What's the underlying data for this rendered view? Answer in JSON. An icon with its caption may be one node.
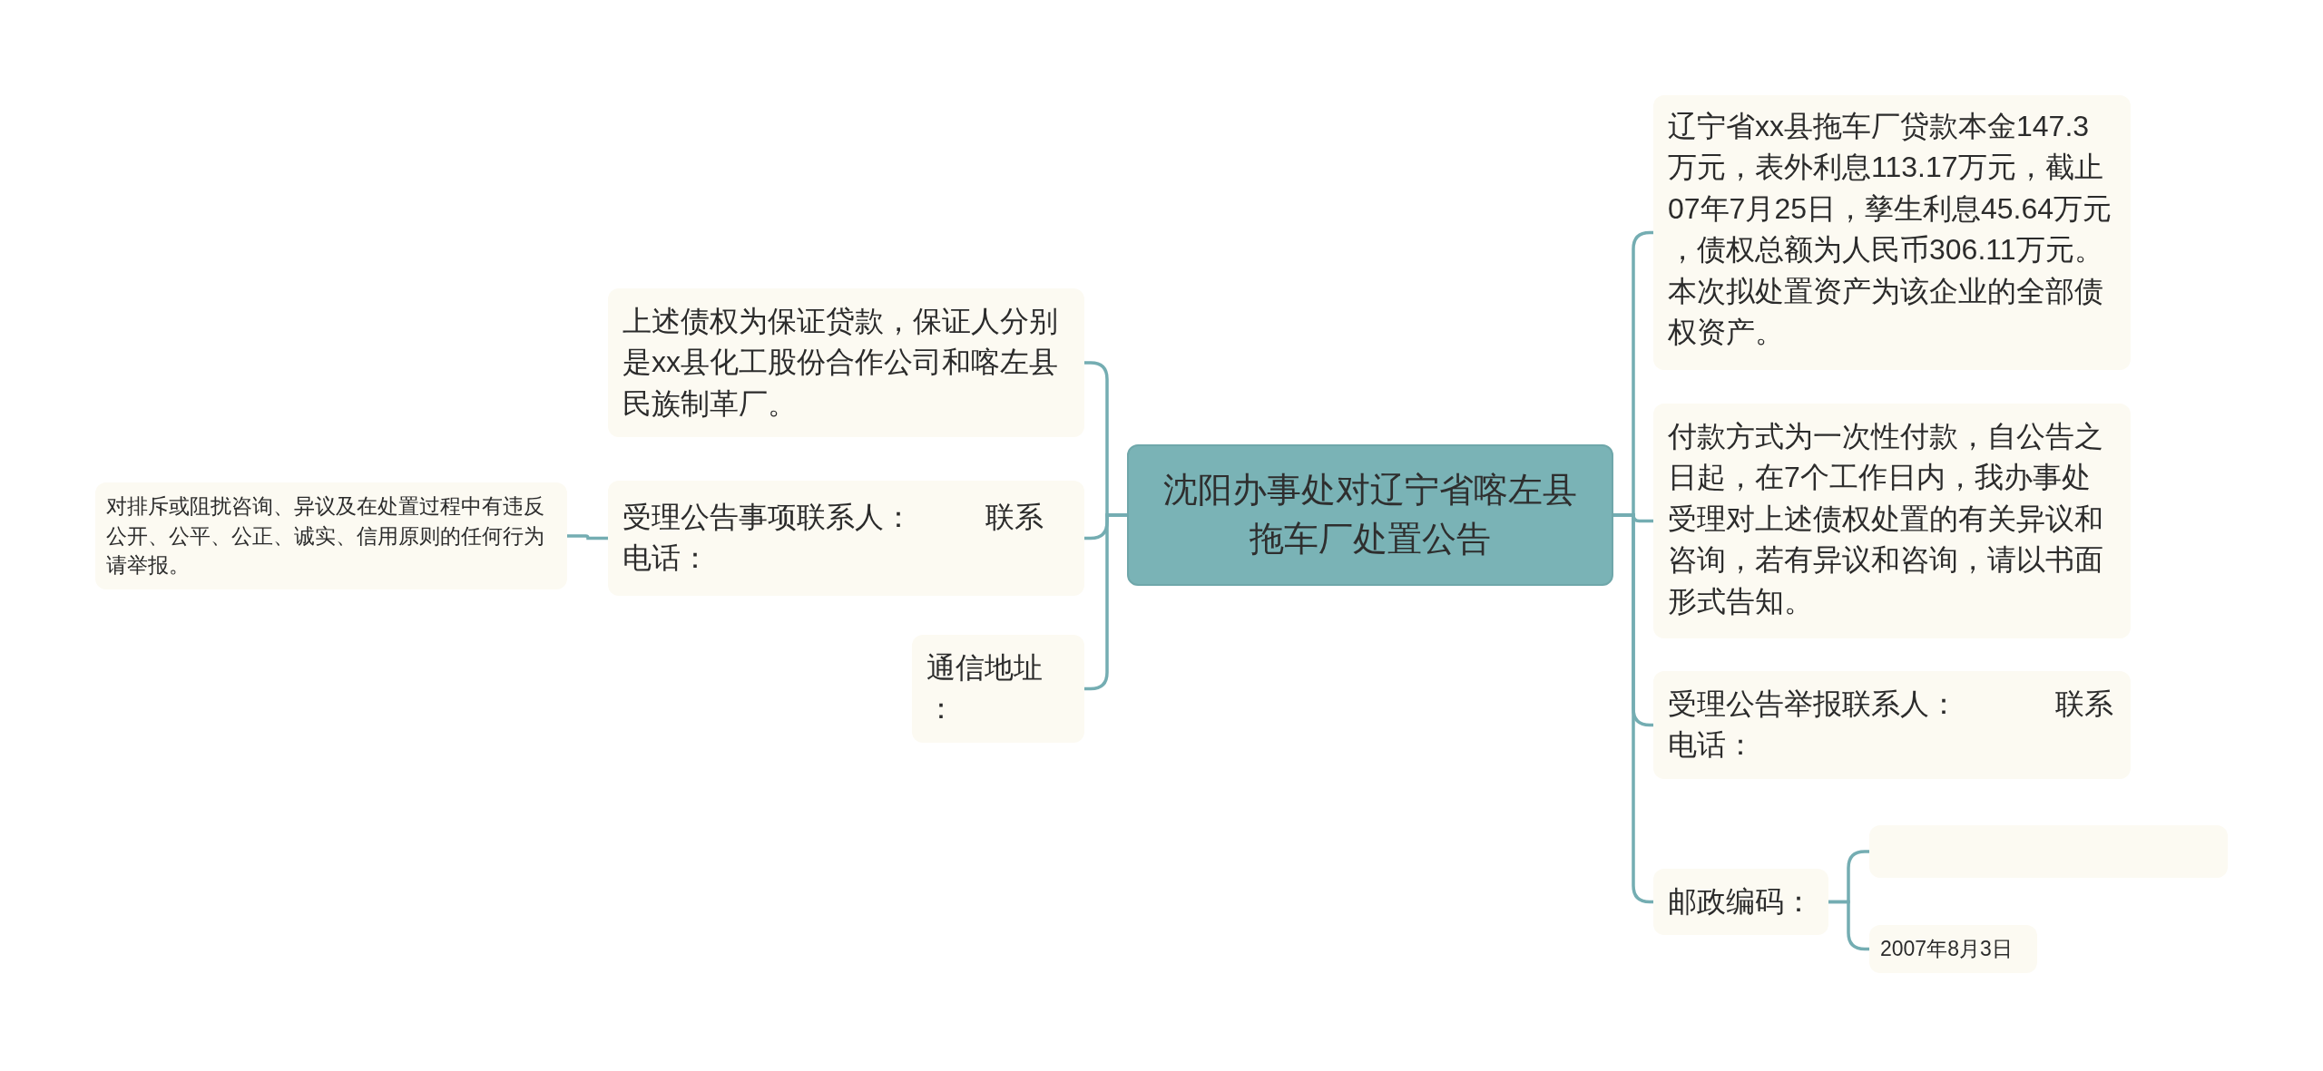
{
  "diagram": {
    "nodes": [
      {
        "text": [
          "沈阳办事处对辽宁省喀左县拖车厂处置公告"
        ]
      },
      {
        "text": [
          "上述债权为保证贷款，保证人分别是xx县化工股份合作公司和喀左县民族制革厂。"
        ]
      },
      {
        "text": [
          "受理公告事项联系人：         联系电话："
        ]
      },
      {
        "text": [
          "通信地址："
        ]
      },
      {
        "text": [
          "对排斥或阻扰咨询、异议及在处置过程中有违反公开、公平、公正、诚实、信用原则的任何行为请举报。"
        ]
      },
      {
        "text": [
          "辽宁省xx县拖车厂贷款本金147.3万元，表外利息113.17万元，截止07年7月25日，孳生利息45.64万元，债权总额为人民币306.11万元。本次拟处置资产为该企业的全部债权资产。"
        ]
      },
      {
        "text": [
          "付款方式为一次性付款，自公告之日起，在7个工作日内，我办事处受理对上述债权处置的有关异议和咨询，若有异议和咨询，请以书面形式告知。"
        ]
      },
      {
        "text": [
          "受理公告举报联系人：            联系电话："
        ]
      },
      {
        "text": [
          "邮政编码："
        ]
      },
      {
        "text": [],
        "shape": "box"
      },
      {
        "text": [
          "2007年8月3日"
        ]
      }
    ],
    "edges": [
      {
        "from": 0,
        "to": 1,
        "arrow": "none"
      },
      {
        "from": 0,
        "to": 2,
        "arrow": "none"
      },
      {
        "from": 0,
        "to": 3,
        "arrow": "none"
      },
      {
        "from": 2,
        "to": 4,
        "arrow": "none"
      },
      {
        "from": 0,
        "to": 5,
        "arrow": "none"
      },
      {
        "from": 0,
        "to": 6,
        "arrow": "none"
      },
      {
        "from": 0,
        "to": 7,
        "arrow": "none"
      },
      {
        "from": 0,
        "to": 8,
        "arrow": "none"
      },
      {
        "from": 8,
        "to": 9,
        "arrow": "none"
      },
      {
        "from": 8,
        "to": 10,
        "arrow": "none"
      }
    ]
  }
}
